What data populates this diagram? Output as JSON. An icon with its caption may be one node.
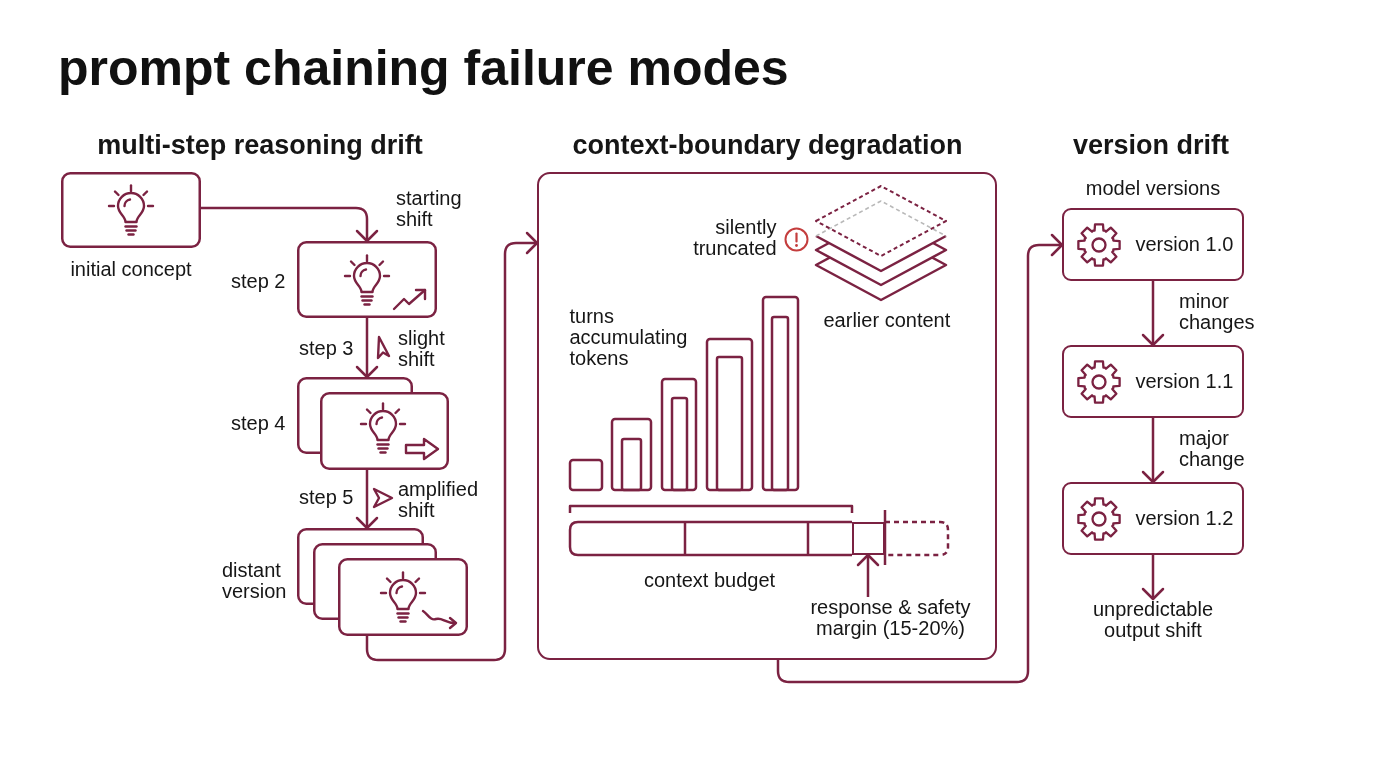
{
  "diagram": {
    "title": "prompt chaining failure modes",
    "nodes": [
      {
        "text": [],
        "shape": "box",
        "beside": [
          "initial concept"
        ]
      },
      {
        "text": [],
        "shape": "box",
        "beside": [
          "step 2"
        ]
      },
      {
        "text": [],
        "shape": "box",
        "beside": [
          "step 4"
        ]
      },
      {
        "text": [],
        "shape": "box",
        "beside": [
          "distant version"
        ]
      },
      {
        "text": [
          "context-boundary degradation",
          "silently truncated",
          "turns accumulating tokens",
          "earlier content",
          "context budget"
        ]
      },
      {
        "text": [
          "response & safety margin (15-20%)"
        ],
        "in": 4
      },
      {
        "text": [],
        "shape": "bar",
        "in": 4
      },
      {
        "text": [
          "version 1.0"
        ]
      },
      {
        "text": [
          "version 1.1"
        ]
      },
      {
        "text": [
          "version 1.2"
        ]
      },
      {
        "text": [
          "unpredictable output shift"
        ]
      }
    ],
    "edges": [
      {
        "from": 0,
        "to": 1,
        "arrow": "to",
        "label": "starting shift"
      },
      {
        "from": 1,
        "to": 2,
        "arrow": "to",
        "label": "slight shift"
      },
      {
        "from": 2,
        "to": 3,
        "arrow": "to",
        "label": "amplified shift"
      },
      {
        "from": 3,
        "to": 4,
        "arrow": "to"
      },
      {
        "from": 5,
        "to": 6,
        "arrow": "to"
      },
      {
        "from": 4,
        "to": 7,
        "arrow": "to"
      },
      {
        "from": 7,
        "to": 8,
        "arrow": "to",
        "label": "minor changes"
      },
      {
        "from": 8,
        "to": 9,
        "arrow": "to",
        "label": "major change"
      },
      {
        "from": 9,
        "to": 10,
        "arrow": "to"
      }
    ],
    "labels": [
      "multi-step reasoning drift",
      "version drift",
      "model versions",
      "step 3",
      "step 5"
    ]
  }
}
